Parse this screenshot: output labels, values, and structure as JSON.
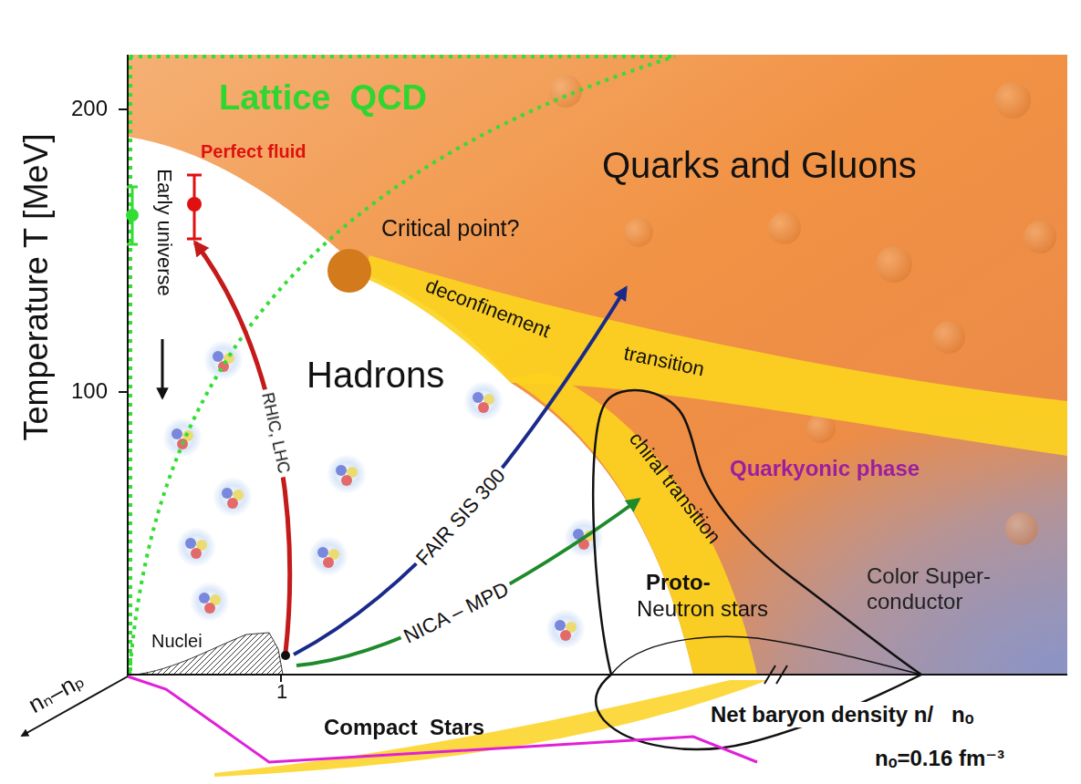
{
  "diagram": {
    "labels": [
      "Temperature T [MeV]",
      "200",
      "100",
      "Lattice  QCD",
      "Early universe",
      "Perfect fluid",
      "Quarks and Gluons",
      "Critical point?",
      "deconfinement",
      "transition",
      "Hadrons",
      "RHIC, LHC",
      "FAIR SIS 300",
      "chiral transition",
      "Quarkyonic phase",
      "NICA – MPD",
      "Nuclei",
      "1",
      "Proto-",
      "Neutron stars",
      "Color Super- conductor",
      "nₙ–nₚ",
      "Compact  Stars",
      "Net baryon density n/   nₒ",
      "nₒ=0.16 fm⁻³"
    ]
  }
}
